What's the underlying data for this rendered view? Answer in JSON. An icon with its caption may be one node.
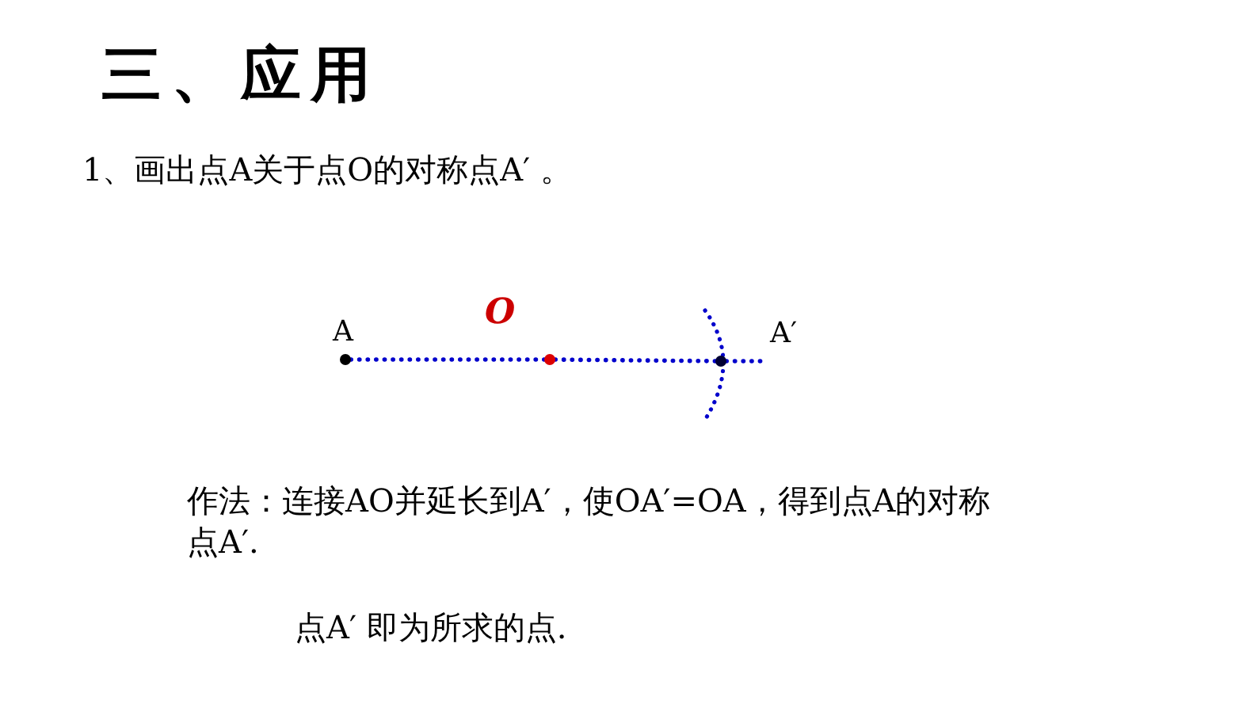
{
  "diagram": {
    "title": "三、应用",
    "nodes": [
      {
        "text": [],
        "shape": "circle",
        "beside": [
          "A"
        ]
      },
      {
        "text": [],
        "shape": "circle",
        "beside": [
          "O"
        ]
      },
      {
        "text": [],
        "shape": "circle",
        "beside": [
          "A′"
        ]
      }
    ],
    "edges": [
      {
        "from": 0,
        "to": 1,
        "arrow": "none",
        "style": "dashed"
      },
      {
        "from": 1,
        "to": 2,
        "arrow": "none",
        "style": "dashed"
      },
      {
        "from": 2,
        "to": null,
        "arrow": "none",
        "style": "dashed"
      }
    ],
    "labels": [
      "1、画出点A关于点O的对称点A′ 。",
      "作法：连接AO并延长到A′，使OA′=OA，得到点A的对称点A′.",
      "点A′ 即为所求的点."
    ]
  }
}
